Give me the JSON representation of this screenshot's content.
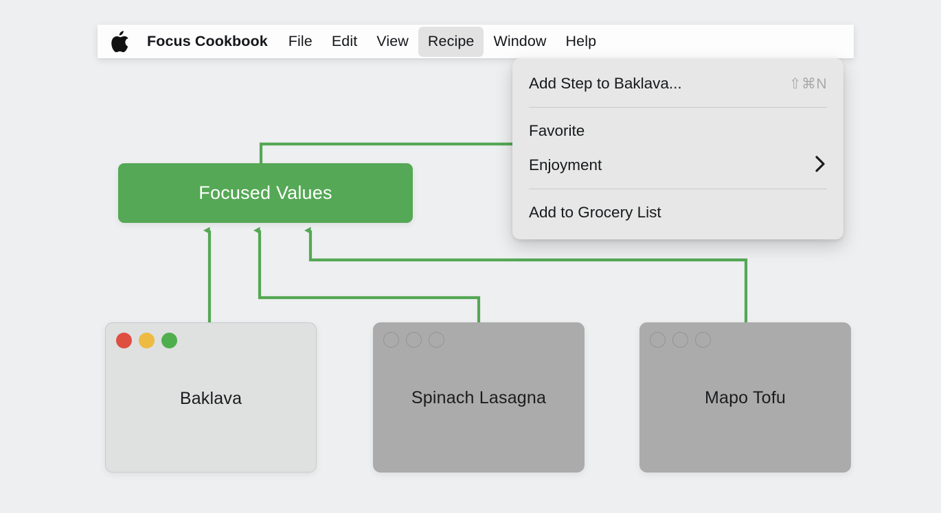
{
  "colors": {
    "background": "#eeeff0",
    "accent_green": "#55a855",
    "menubar_bg": "#fdfdfd",
    "menu_panel_bg": "#e6e7e6",
    "menu_highlight": "#e2e2e2",
    "active_window_bg": "#dfe0e0",
    "inactive_window_bg": "#ababab",
    "traffic_red": "#de4f42",
    "traffic_yellow": "#edbb41",
    "traffic_green": "#4fae4d",
    "shortcut_text": "#a9a9a9"
  },
  "menubar": {
    "apple_icon": "apple-logo-icon",
    "app_name": "Focus Cookbook",
    "items": [
      {
        "label": "File",
        "active": false
      },
      {
        "label": "Edit",
        "active": false
      },
      {
        "label": "View",
        "active": false
      },
      {
        "label": "Recipe",
        "active": true
      },
      {
        "label": "Window",
        "active": false
      },
      {
        "label": "Help",
        "active": false
      }
    ]
  },
  "dropdown": {
    "owner": "Recipe",
    "items": [
      {
        "label": "Add Step to Baklava...",
        "shortcut": "⇧⌘N",
        "submenu": false
      },
      {
        "label": "Favorite",
        "shortcut": "",
        "submenu": false
      },
      {
        "label": "Enjoyment",
        "shortcut": "",
        "submenu": true
      },
      {
        "label": "Add to Grocery List",
        "shortcut": "",
        "submenu": false
      }
    ],
    "submenu_glyph": "›"
  },
  "diagram": {
    "focused_node_label": "Focused Values",
    "windows": [
      {
        "title": "Baklava",
        "state": "active",
        "traffic_lights": [
          "close",
          "minimize",
          "zoom"
        ]
      },
      {
        "title": "Spinach Lasagna",
        "state": "inactive",
        "traffic_lights": [
          "close",
          "minimize",
          "zoom"
        ]
      },
      {
        "title": "Mapo Tofu",
        "state": "inactive",
        "traffic_lights": [
          "close",
          "minimize",
          "zoom"
        ]
      }
    ]
  }
}
